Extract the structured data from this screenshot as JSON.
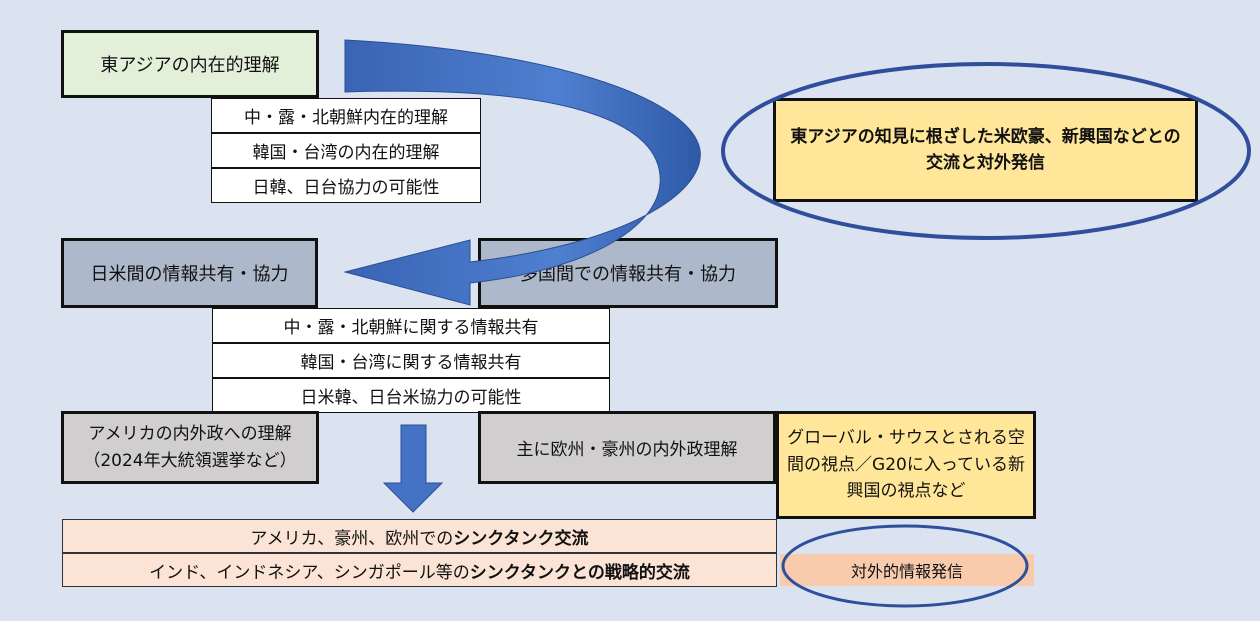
{
  "top": {
    "east_asia": "東アジアの内在的理解",
    "sublist": [
      "中・露・北朝鮮内在的理解",
      "韓国・台湾の内在的理解",
      "日韓、日台協力の可能性"
    ],
    "global": "東アジアの知見に根ざした米欧豪、新興国などとの交流と対外発信"
  },
  "middle": {
    "japan_us": "日米間の情報共有・協力",
    "multilateral": "多国間での情報共有・協力",
    "sublist": [
      "中・露・北朝鮮に関する情報共有",
      "韓国・台湾に関する情報共有",
      "日米韓、日台米協力の可能性"
    ]
  },
  "lower": {
    "america_line1": "アメリカの内外政への理解",
    "america_line2": "（2024年大統領選挙など）",
    "europe": "主に欧州・豪州の内外政理解",
    "south": "グローバル・サウスとされる空間の視点／G20に入っている新興国の視点など"
  },
  "bottom": {
    "row1_prefix": "アメリカ、豪州、欧州での",
    "row1_bold": "シンクタンク交流",
    "row2_prefix": "インド、インドネシア、シンガポール等の",
    "row2_bold": "シンクタンクとの戦略的交流",
    "outreach": "対外的情報発信"
  },
  "colors": {
    "arrow": "#4472c4",
    "ellipse": "#2f4f9c",
    "green": "#e2efd9",
    "gray": "#adb9ca",
    "yellow": "#ffe699",
    "peach": "#fbe4d5",
    "salmon": "#f8cbad"
  }
}
